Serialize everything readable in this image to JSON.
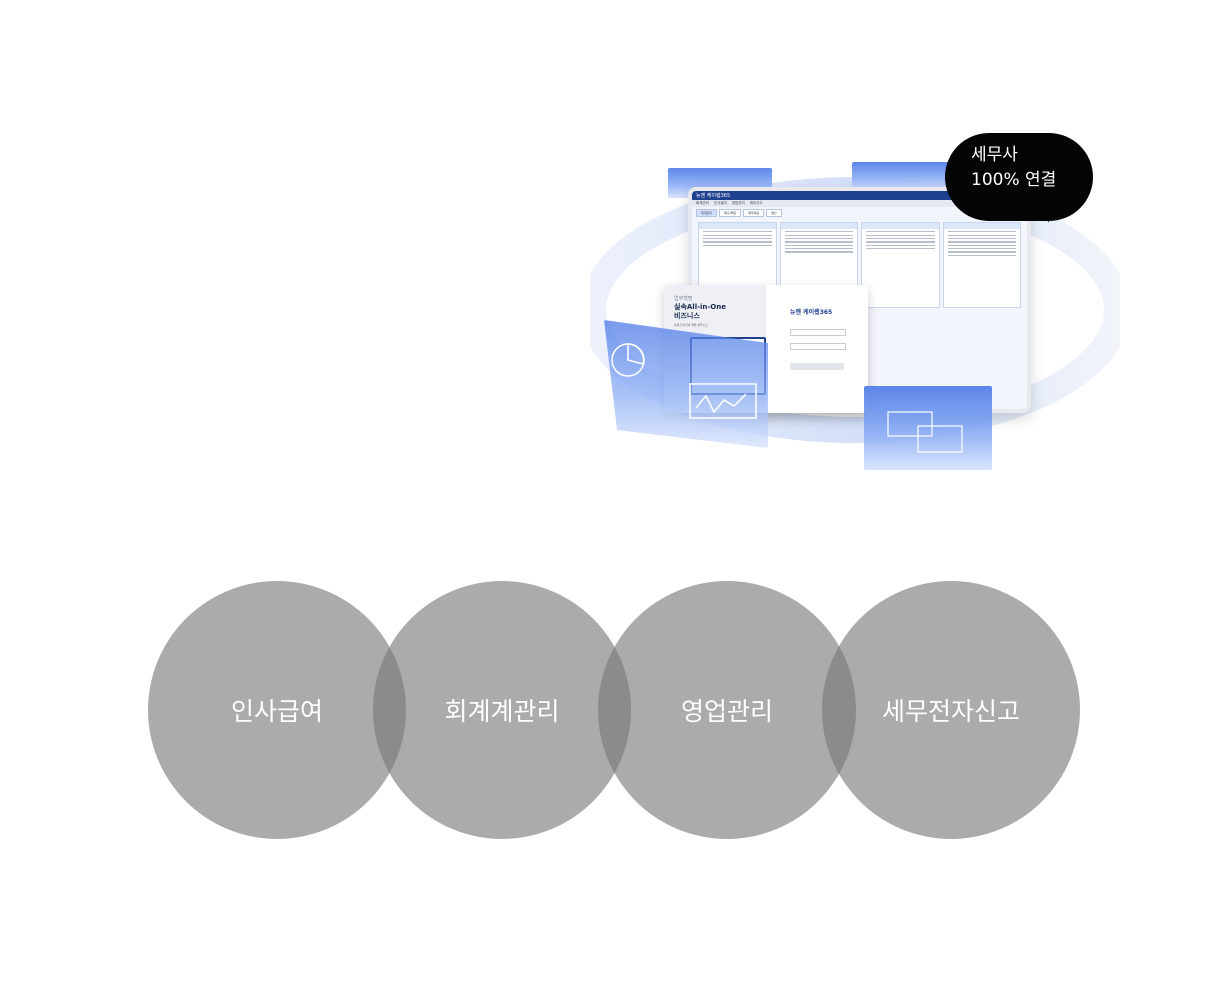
{
  "hero": {
    "bubble_text": "세무사\n100% 연결",
    "app_title": "뉴젠 케이렙365",
    "menu": [
      "회계관리",
      "인사급여",
      "영업관리",
      "세무신고"
    ],
    "tabs": [
      "회계관리",
      "매출/매입",
      "재무제표",
      "결산"
    ],
    "login": {
      "eyebrow": "업무혁명",
      "headline_1": "실속All-in-One",
      "headline_2": "비즈니스",
      "sub": "회계·인사급여·영업·세무신고",
      "brand": "뉴젠 케이렙365"
    }
  },
  "features": [
    "인사급여",
    "회계계관리",
    "영업관리",
    "세무전자신고"
  ],
  "colors": {
    "accent_blue": "#4a78e6",
    "circle_fill": "#9a9a9a",
    "bubble": "#050505"
  }
}
